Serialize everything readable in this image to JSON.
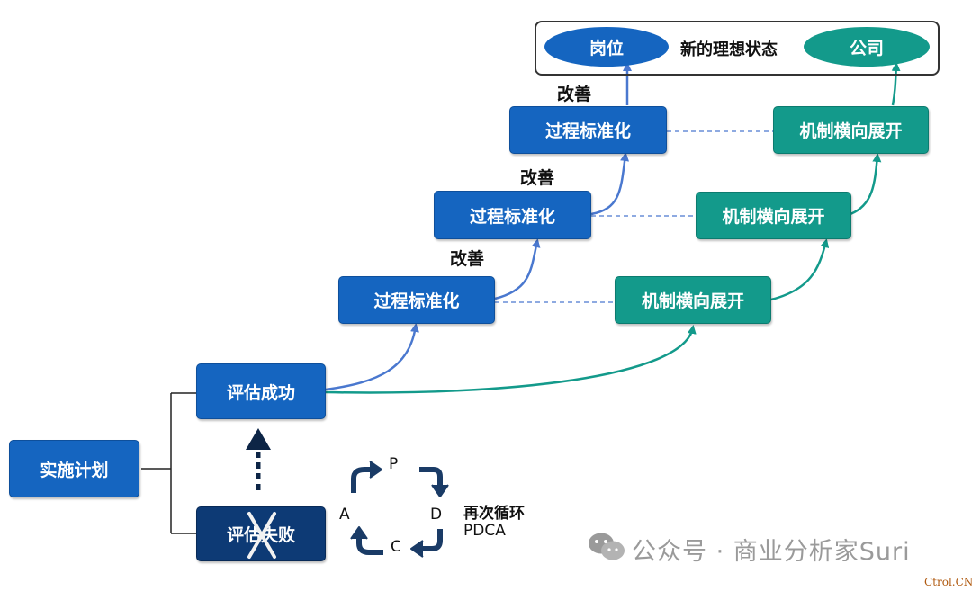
{
  "target": {
    "post": "岗位",
    "state": "新的理想状态",
    "company": "公司"
  },
  "improve_labels": [
    "改善",
    "改善",
    "改善"
  ],
  "process_steps": [
    "过程标准化",
    "过程标准化",
    "过程标准化"
  ],
  "mechanism_steps": [
    "机制横向展开",
    "机制横向展开",
    "机制横向展开"
  ],
  "evaluate_success": "评估成功",
  "evaluate_fail": "评估失败",
  "implement_plan": "实施计划",
  "pdca": {
    "p": "P",
    "d": "D",
    "c": "C",
    "a": "A",
    "note_line1": "再次循环",
    "note_line2": "PDCA"
  },
  "watermark": "公众号 · 商业分析家Suri",
  "corner_mark": "Ctrol.CN",
  "colors": {
    "blue": "#1565c0",
    "teal": "#139a8b",
    "dark_blue": "#0d3a75",
    "fail_cross": "#f2f2f2"
  },
  "icons": [
    "up-arrow-icon",
    "cycle-arrow-icon",
    "cross-icon",
    "wechat-icon"
  ]
}
